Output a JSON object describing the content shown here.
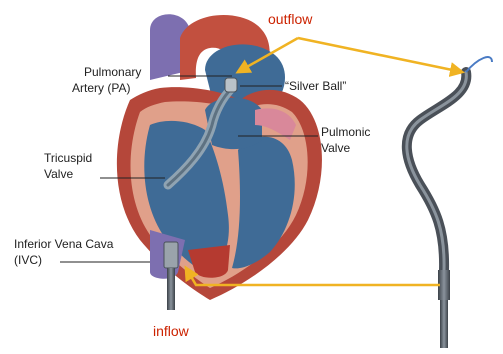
{
  "labels": {
    "outflow": "outflow",
    "inflow": "inflow",
    "pa_line1": "Pulmonary",
    "pa_line2": "Artery (PA)",
    "silver_ball": "“Silver Ball”",
    "pulmonic_line1": "Pulmonic",
    "pulmonic_line2": "Valve",
    "tricuspid_line1": "Tricuspid",
    "tricuspid_line2": "Valve",
    "ivc_line1": "Inferior Vena Cava",
    "ivc_line2": "(IVC)"
  },
  "colors": {
    "flow_label": "#cc2200",
    "arrow": "#f0b323",
    "heart_outer": "#b5473a",
    "heart_wall": "#e0a08a",
    "chamber": "#3f6b96",
    "vein": "#7d6fb0",
    "device": "#5a6470"
  }
}
